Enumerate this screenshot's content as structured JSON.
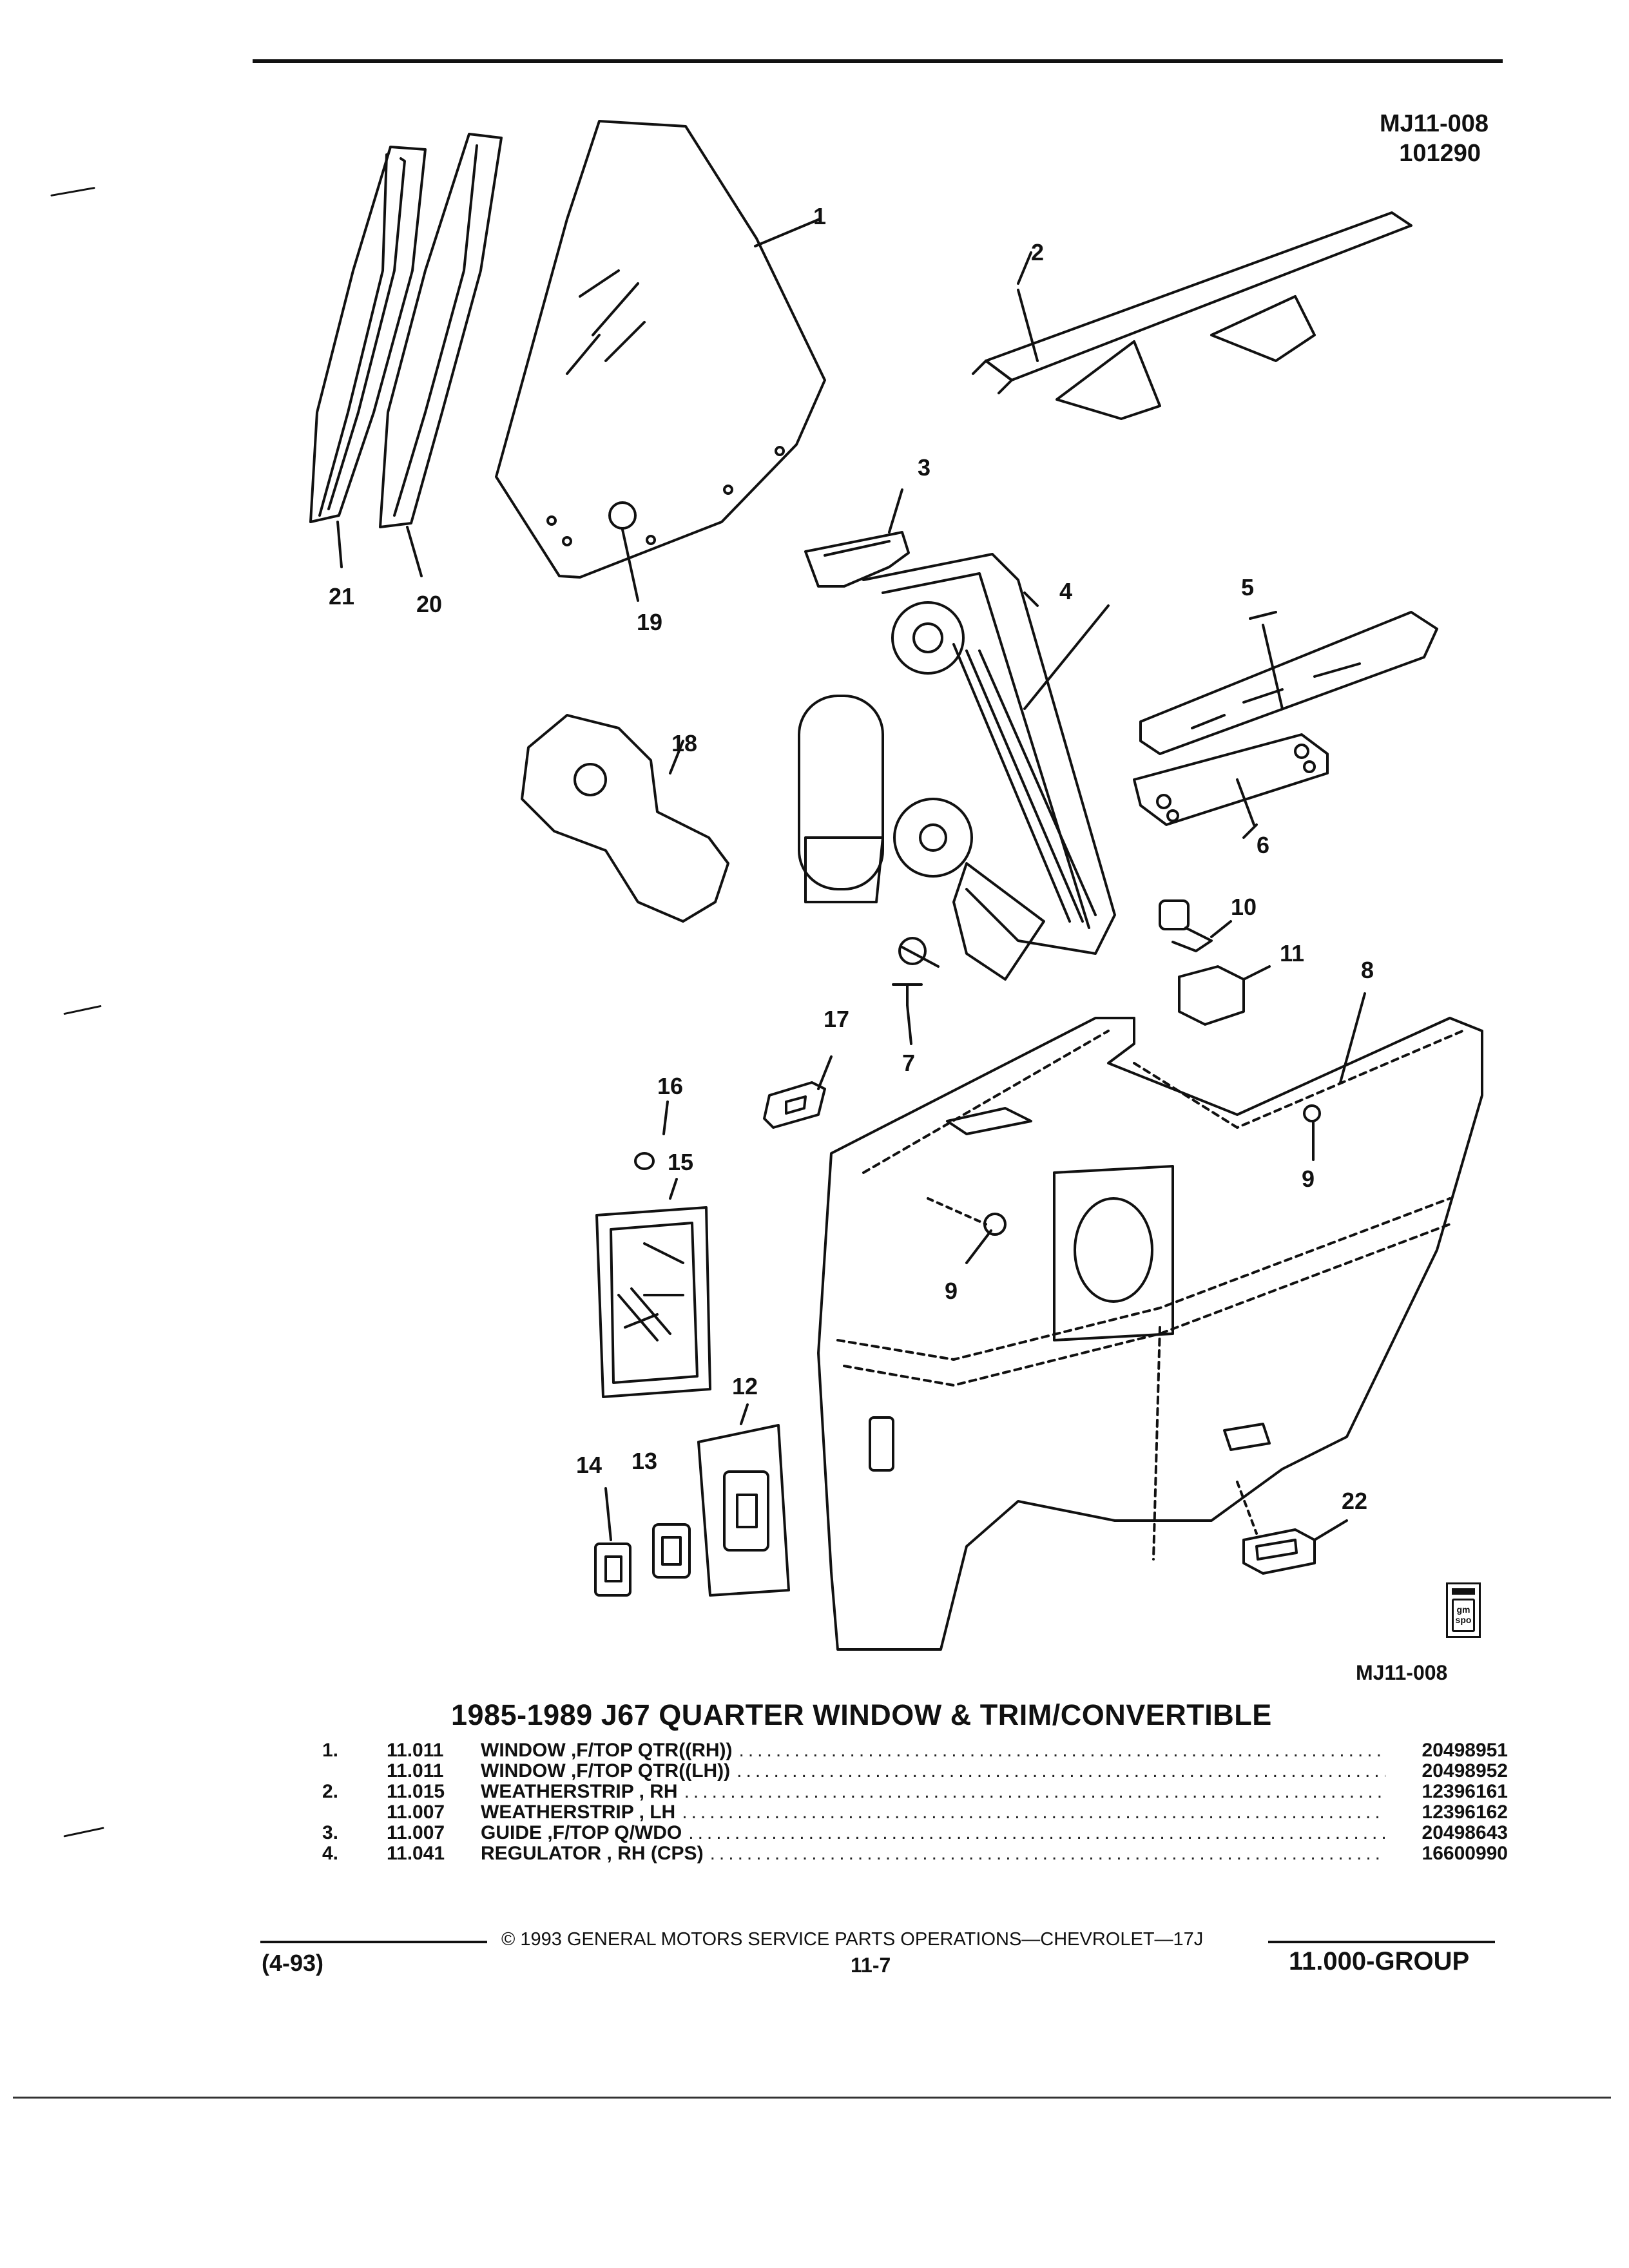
{
  "header": {
    "ref_code": "MJ11-008",
    "ref_number": "101290"
  },
  "figure": {
    "code_bottom": "MJ11-008",
    "logo_text": "gm spo",
    "callouts": [
      "1",
      "2",
      "3",
      "4",
      "5",
      "6",
      "7",
      "8",
      "9",
      "9",
      "10",
      "11",
      "12",
      "13",
      "14",
      "15",
      "16",
      "17",
      "18",
      "19",
      "20",
      "21",
      "22"
    ]
  },
  "title": "1985-1989 J67 QUARTER WINDOW & TRIM/CONVERTIBLE",
  "parts": [
    {
      "index": "1.",
      "group": "11.011",
      "description": "WINDOW ,F/TOP QTR((RH))",
      "part_number": "20498951"
    },
    {
      "index": "",
      "group": "11.011",
      "description": "WINDOW ,F/TOP QTR((LH))",
      "part_number": "20498952"
    },
    {
      "index": "2.",
      "group": "11.015",
      "description": "WEATHERSTRIP , RH",
      "part_number": "12396161"
    },
    {
      "index": "",
      "group": "11.007",
      "description": "WEATHERSTRIP , LH",
      "part_number": "12396162"
    },
    {
      "index": "3.",
      "group": "11.007",
      "description": "GUIDE ,F/TOP Q/WDO",
      "part_number": "20498643"
    },
    {
      "index": "4.",
      "group": "11.041",
      "description": "REGULATOR , RH (CPS)",
      "part_number": "16600990"
    }
  ],
  "footer": {
    "copyright": "© 1993 GENERAL MOTORS SERVICE PARTS OPERATIONS—CHEVROLET—17J",
    "date": "(4-93)",
    "page": "11-7",
    "group": "11.000-GROUP"
  }
}
